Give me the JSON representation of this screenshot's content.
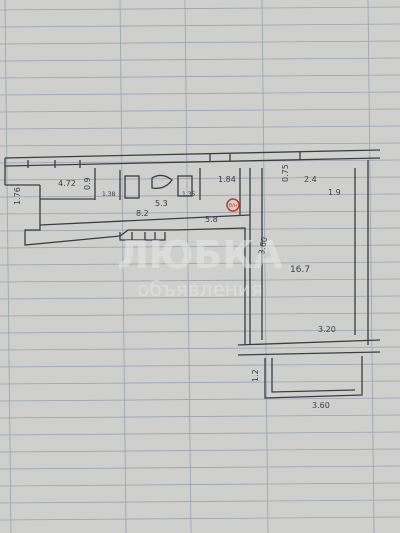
{
  "plan": {
    "labels": {
      "room_area_large": "16.7",
      "room_area_small": "8.2",
      "room_area_upper_left": "4.72",
      "room_area_upper_right": "2.4",
      "dim_left": "1.76",
      "dim_upper_mid": "1.84",
      "dim_right_upper": "1.9",
      "dim_wall_vertical": "3.60",
      "dim_balcony_top": "3.20",
      "dim_balcony_bottom": "3.60",
      "dim_corridor": "5.3",
      "dim_kitchen": "5.8",
      "dim_small_a": "0.9",
      "dim_small_b": "1.38",
      "dim_small_c": "1.35",
      "dim_right_small": "0.75",
      "dim_balcony_side": "1.2",
      "stamp_text": "б/н"
    },
    "watermark": {
      "line1": "ЛЮБКА",
      "line2": "объявления"
    },
    "colors": {
      "paper": "#cfcfcd",
      "grid_line": "#9aa3b0",
      "ink": "#3a3f44",
      "stamp": "#c0392b"
    }
  }
}
